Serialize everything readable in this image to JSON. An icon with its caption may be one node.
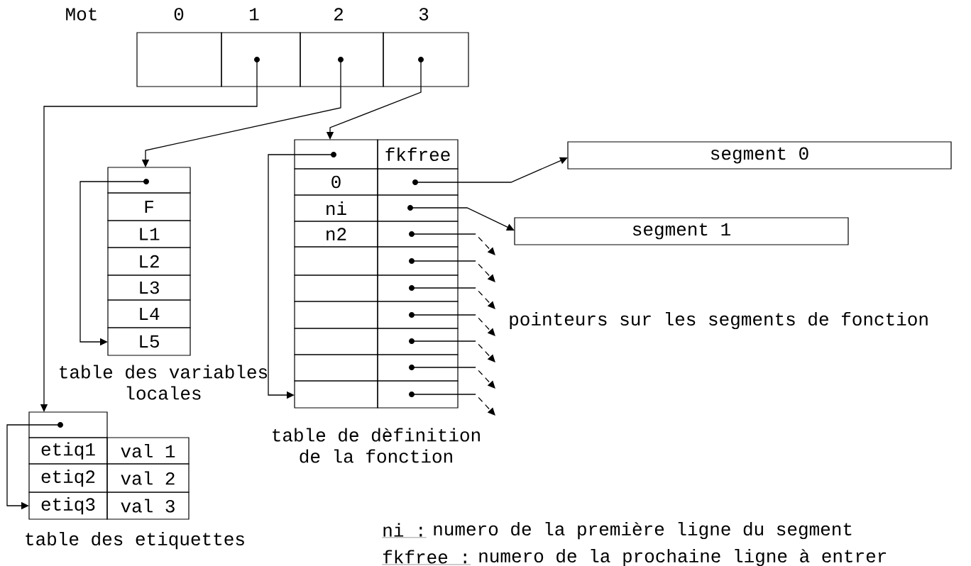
{
  "diagram": {
    "nodes": [
      {
        "text": [],
        "shape": "box",
        "beside": [
          "0"
        ]
      },
      {
        "text": [],
        "shape": "box",
        "beside": [
          "1"
        ]
      },
      {
        "text": [],
        "shape": "box",
        "beside": [
          "2"
        ]
      },
      {
        "text": [],
        "shape": "box",
        "beside": [
          "3"
        ]
      },
      {
        "text": [],
        "shape": "box"
      },
      {
        "text": [
          "F"
        ]
      },
      {
        "text": [
          "L1"
        ]
      },
      {
        "text": [
          "L2"
        ]
      },
      {
        "text": [
          "L3"
        ]
      },
      {
        "text": [
          "L4"
        ]
      },
      {
        "text": [
          "L5"
        ]
      },
      {
        "text": [],
        "shape": "box"
      },
      {
        "text": [
          "etiq1"
        ]
      },
      {
        "text": [
          "val 1"
        ]
      },
      {
        "text": [
          "etiq2"
        ]
      },
      {
        "text": [
          "val 2"
        ]
      },
      {
        "text": [
          "etiq3"
        ]
      },
      {
        "text": [
          "val 3"
        ]
      },
      {
        "text": [],
        "shape": "box"
      },
      {
        "text": [
          "fkfree"
        ]
      },
      {
        "text": [
          "0"
        ]
      },
      {
        "text": [],
        "shape": "box"
      },
      {
        "text": [
          "ni"
        ]
      },
      {
        "text": [],
        "shape": "box"
      },
      {
        "text": [
          "n2"
        ]
      },
      {
        "text": [],
        "shape": "box"
      },
      {
        "text": [],
        "shape": "box"
      },
      {
        "text": [],
        "shape": "box"
      },
      {
        "text": [],
        "shape": "box"
      },
      {
        "text": [],
        "shape": "box"
      },
      {
        "text": [],
        "shape": "box"
      },
      {
        "text": [],
        "shape": "box"
      },
      {
        "text": [],
        "shape": "box"
      },
      {
        "text": [],
        "shape": "box"
      },
      {
        "text": [],
        "shape": "box"
      },
      {
        "text": [],
        "shape": "box"
      },
      {
        "text": [],
        "shape": "box"
      },
      {
        "text": [],
        "shape": "box"
      },
      {
        "text": [
          "segment 0"
        ]
      },
      {
        "text": [
          "segment 1"
        ]
      }
    ],
    "edges": [
      {
        "from": 1,
        "to": 11,
        "arrow": "to"
      },
      {
        "from": 2,
        "to": 4,
        "arrow": "to"
      },
      {
        "from": 3,
        "to": 18,
        "arrow": "to"
      },
      {
        "from": 4,
        "to": 10,
        "arrow": "to"
      },
      {
        "from": 18,
        "to": 36,
        "arrow": "to"
      },
      {
        "from": 11,
        "to": 16,
        "arrow": "to"
      },
      {
        "from": 21,
        "to": 38,
        "arrow": "to"
      },
      {
        "from": 23,
        "to": 39,
        "arrow": "to"
      },
      {
        "from": 25,
        "to": null,
        "arrow": "to",
        "style": "dashed"
      },
      {
        "from": 27,
        "to": null,
        "arrow": "to",
        "style": "dashed"
      },
      {
        "from": 29,
        "to": null,
        "arrow": "to",
        "style": "dashed"
      },
      {
        "from": 31,
        "to": null,
        "arrow": "to",
        "style": "dashed"
      },
      {
        "from": 33,
        "to": null,
        "arrow": "to",
        "style": "dashed"
      },
      {
        "from": 35,
        "to": null,
        "arrow": "to",
        "style": "dashed"
      },
      {
        "from": 37,
        "to": null,
        "arrow": "to",
        "style": "dashed"
      }
    ],
    "labels": [
      "Mot",
      "table des variables locales",
      "table des etiquettes",
      "table de dèfinition de la fonction",
      "pointeurs sur les segments de fonction",
      "ni :",
      "numero de la première ligne du segment",
      "fkfree :",
      "numero de la prochaine ligne à entrer"
    ]
  }
}
